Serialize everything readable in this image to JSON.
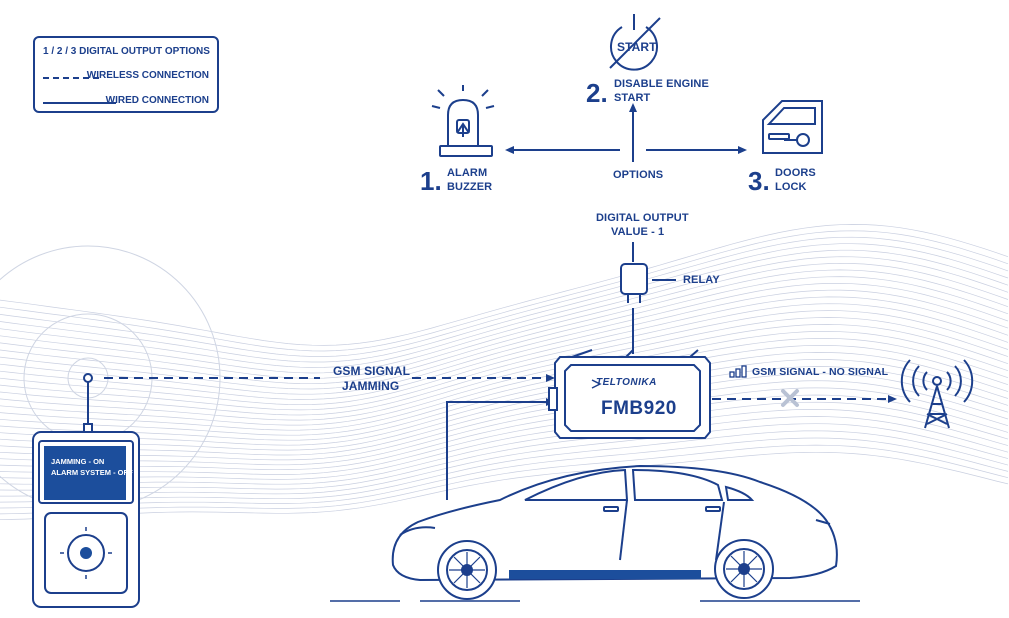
{
  "legend": {
    "options_label": "1 / 2 / 3  DIGITAL OUTPUT OPTIONS",
    "wireless_label": "WIRELESS CONNECTION",
    "wired_label": "WIRED CONNECTION"
  },
  "options": {
    "alarm": {
      "number": "1.",
      "line1": "ALARM",
      "line2": "BUZZER"
    },
    "engine": {
      "number": "2.",
      "line1": "DISABLE ENGINE",
      "line2": "START",
      "icon_text": "START"
    },
    "doors": {
      "number": "3.",
      "line1": "DOORS",
      "line2": "LOCK"
    },
    "center_label": "OPTIONS"
  },
  "digital_output": {
    "line1": "DIGITAL OUTPUT",
    "line2": "VALUE - 1"
  },
  "relay_label": "RELAY",
  "device": {
    "brand": "TELTONIKA",
    "model": "FMB920"
  },
  "jamming": {
    "line1": "GSM SIGNAL",
    "line2": "JAMMING"
  },
  "no_signal_label": "GSM SIGNAL - NO SIGNAL",
  "jammer_screen": {
    "line1": "JAMMING - ON",
    "line2": "ALARM SYSTEM - OFF"
  },
  "colors": {
    "primary": "#1c3f8c",
    "screen": "#1c4e9c",
    "wave": "#c9cfe0",
    "cross": "#b9c2d4"
  },
  "icons": [
    "siren-icon",
    "power-start-icon",
    "car-door-key-icon",
    "relay-icon",
    "cell-tower-icon",
    "signal-bars-icon",
    "no-signal-cross-icon",
    "car-icon",
    "jammer-device-icon"
  ]
}
